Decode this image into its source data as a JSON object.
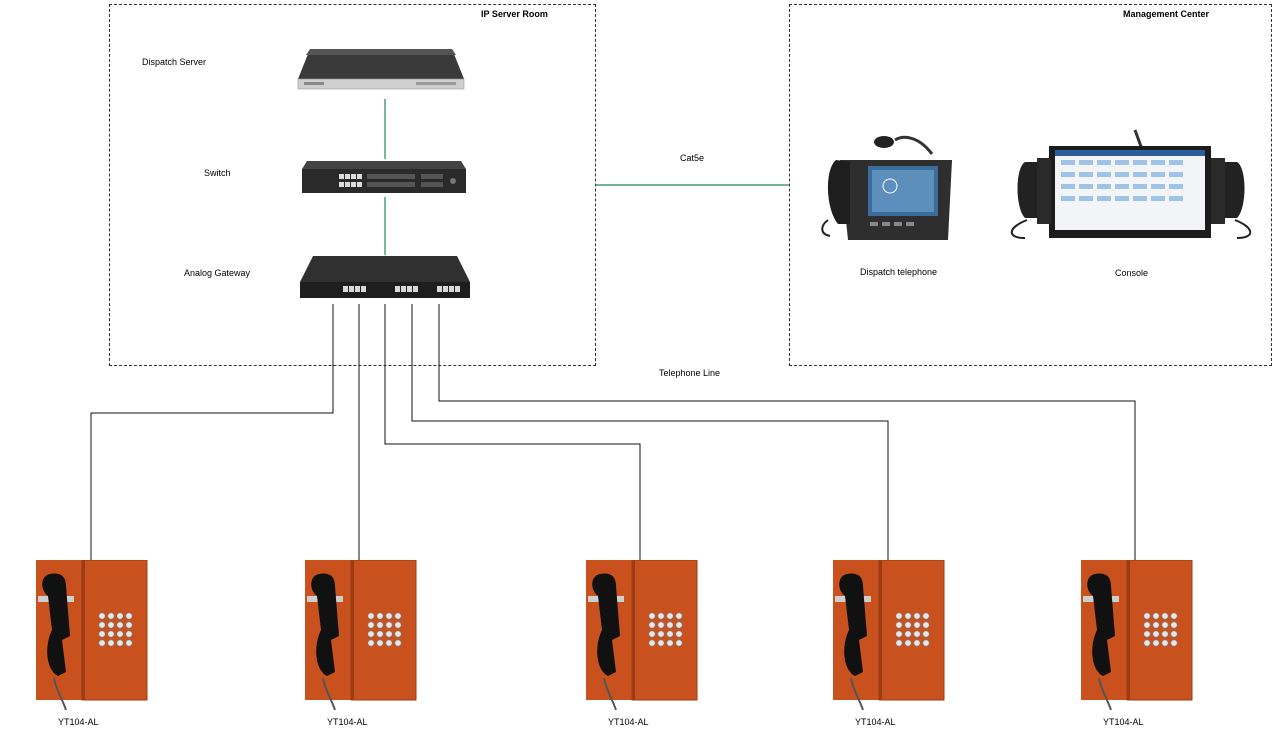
{
  "diagram": {
    "zones": {
      "ip_server_room": "IP Server Room",
      "management_center": "Management Center"
    },
    "devices": {
      "dispatch_server": "Dispatch  Server",
      "switch": "Switch",
      "analog_gateway": "Analog Gateway",
      "dispatch_telephone": "Dispatch telephone",
      "console": "Console"
    },
    "links": {
      "cat5e": "Cat5e",
      "telephone_line": "Telephone Line"
    },
    "phones": [
      {
        "model": "YT104-AL"
      },
      {
        "model": "YT104-AL"
      },
      {
        "model": "YT104-AL"
      },
      {
        "model": "YT104-AL"
      },
      {
        "model": "YT104-AL"
      }
    ],
    "colors": {
      "network_link": "#1f8a5b",
      "phone_body": "#c8511e",
      "device_dark": "#2b2b2b"
    }
  }
}
